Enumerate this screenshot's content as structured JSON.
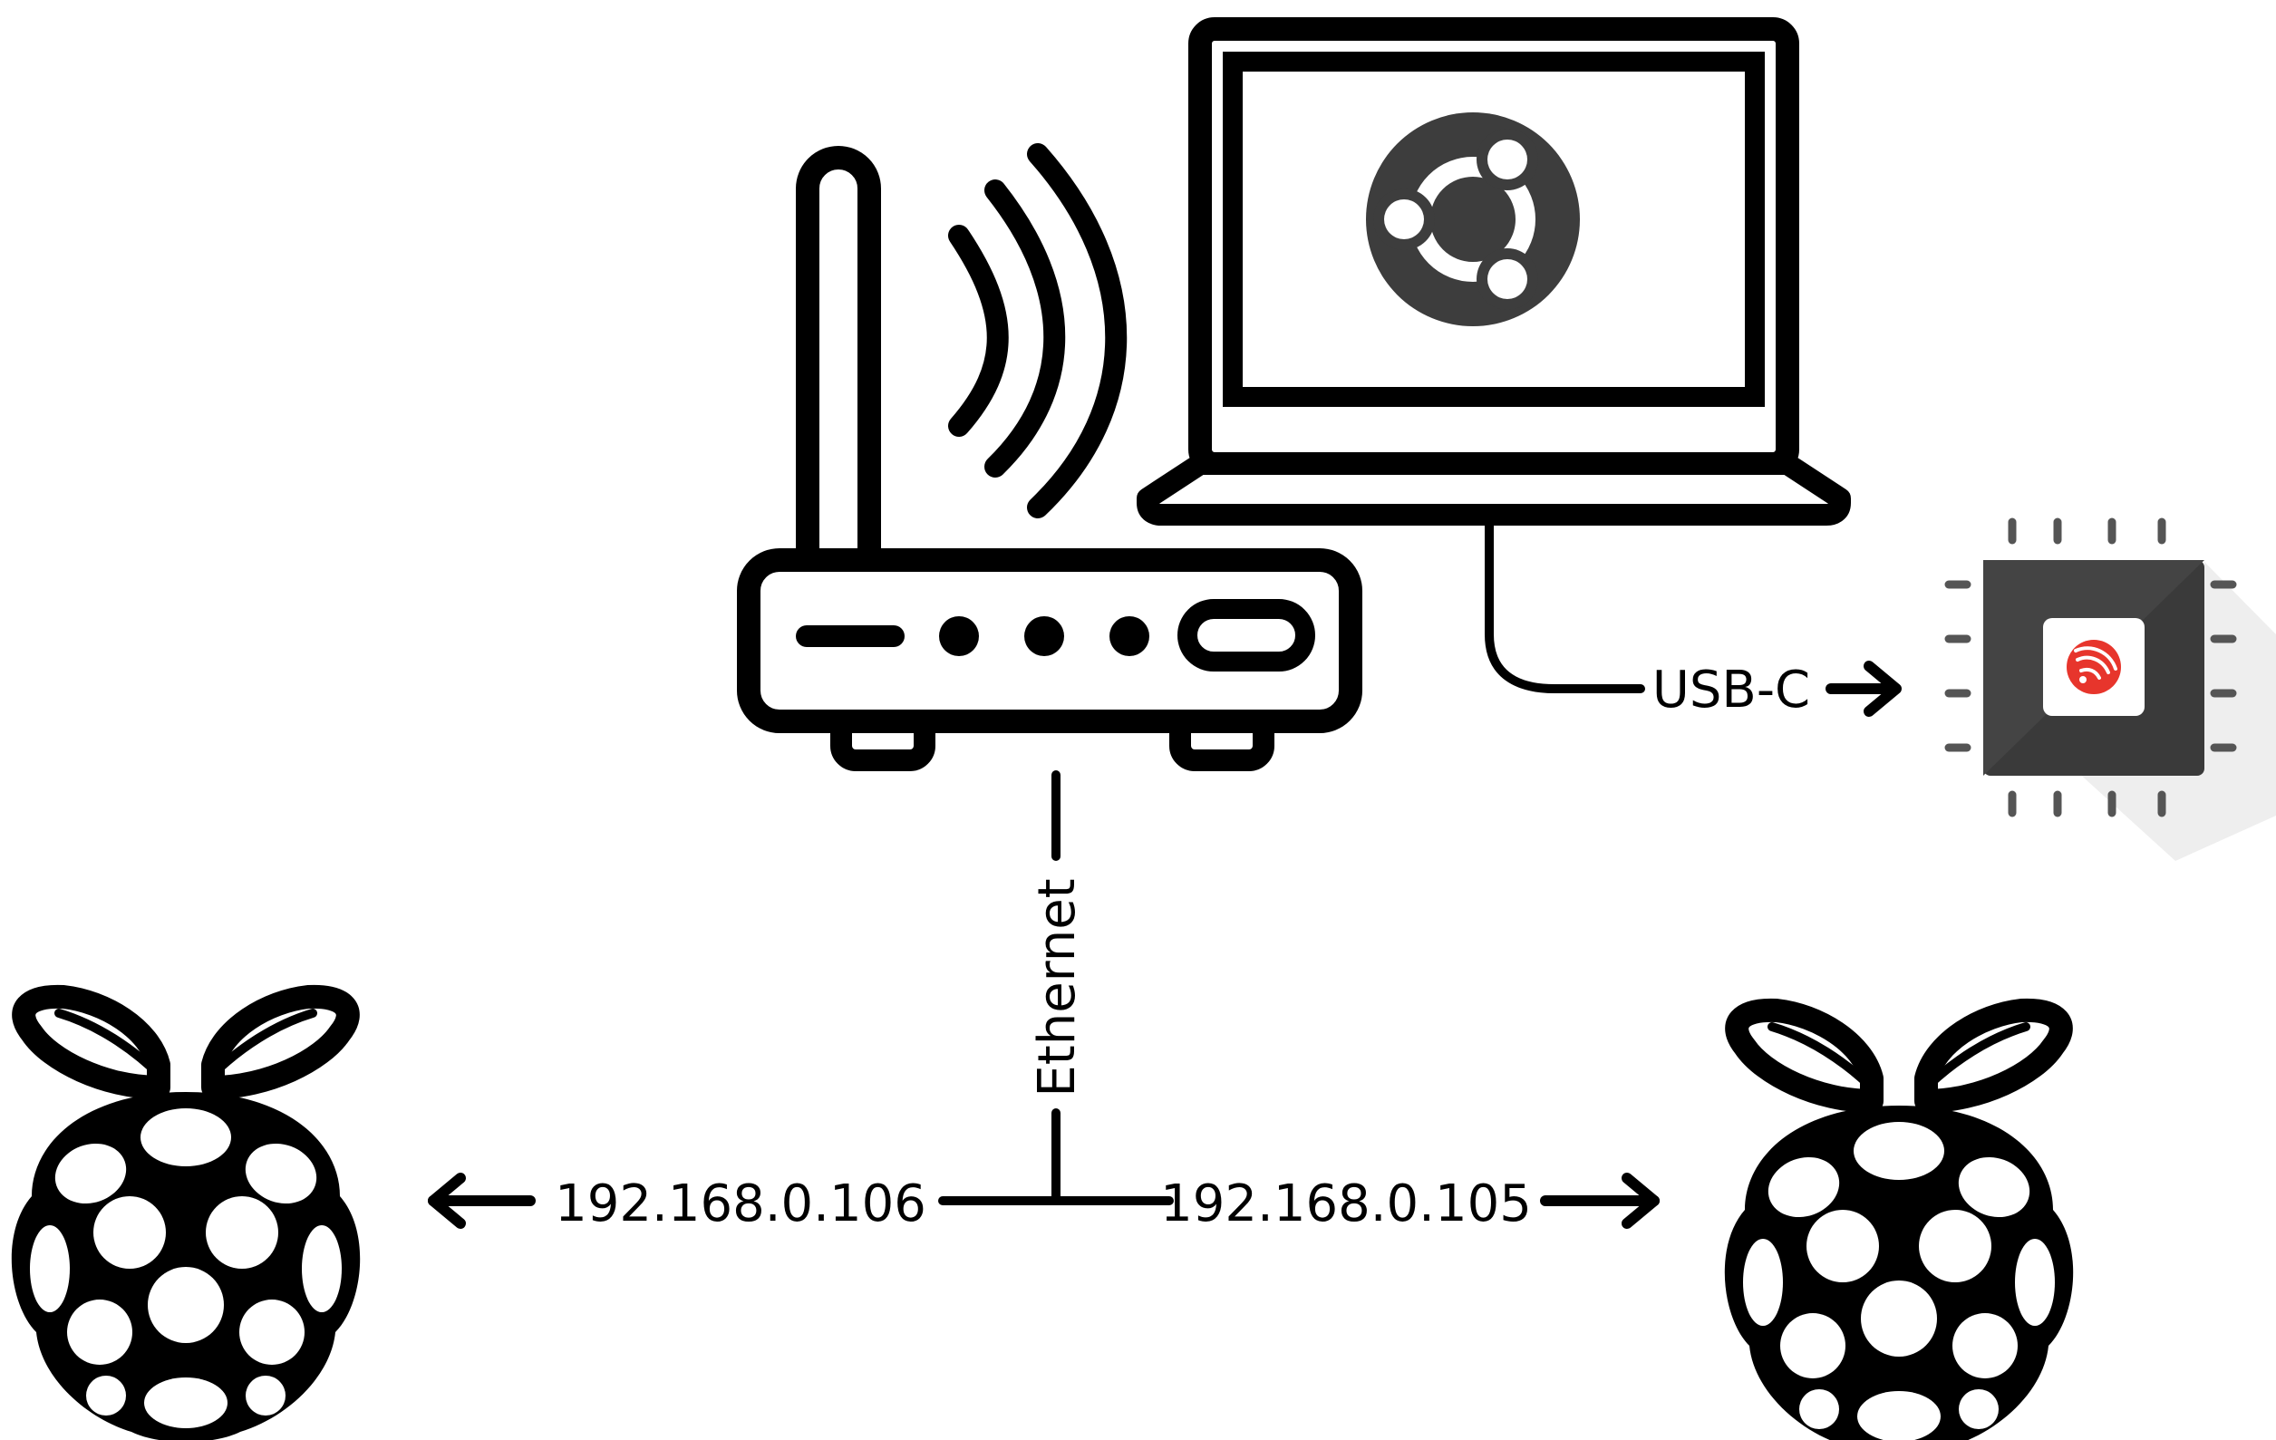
{
  "labels": {
    "usb": "USB-C",
    "ethernet": "Ethernet",
    "ip_left": "192.168.0.106",
    "ip_right": "192.168.0.105"
  },
  "icons": {
    "router": "wifi-router-icon",
    "laptop": "laptop-icon",
    "os_logo": "ubuntu-logo-icon",
    "chip": "esp32-chip-icon",
    "chip_logo": "espressif-logo-icon",
    "node_left": "raspberry-pi-icon",
    "node_right": "raspberry-pi-icon"
  },
  "colors": {
    "ink": "#000000",
    "ubuntu_disc": "#3d3d3d",
    "chip_body": "#3a3a3a",
    "espressif_red": "#e7352c"
  }
}
